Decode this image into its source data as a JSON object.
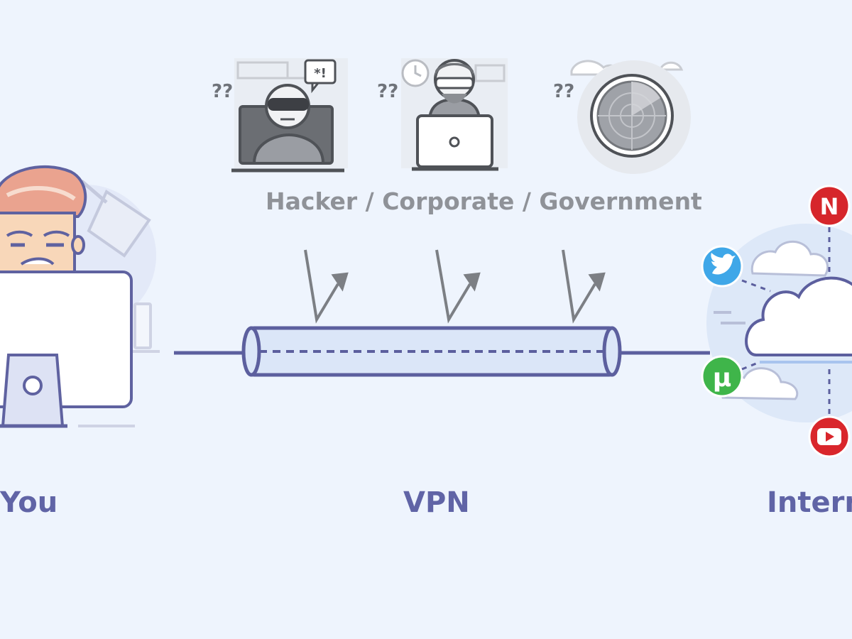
{
  "labels": {
    "you": "You",
    "vpn": "VPN",
    "internet": "Intern",
    "threats": "Hacker / Corporate / Government"
  },
  "threat_markers": {
    "hacker": "??",
    "corporate": "??",
    "government": "??"
  },
  "speech_bubble_text": "*!",
  "services": [
    "netflix-icon",
    "twitter-icon",
    "utorrent-icon",
    "youtube-icon"
  ],
  "netflix_letter": "N",
  "utorrent_letter": "µ",
  "colors": {
    "background": "#eef4fd",
    "accent": "#6064a6",
    "line": "#5c5f9e",
    "gray_text": "#8f9298",
    "netflix": "#d6262b",
    "twitter": "#3fa7e8",
    "utorrent": "#3fb54a",
    "youtube": "#d9262c"
  }
}
